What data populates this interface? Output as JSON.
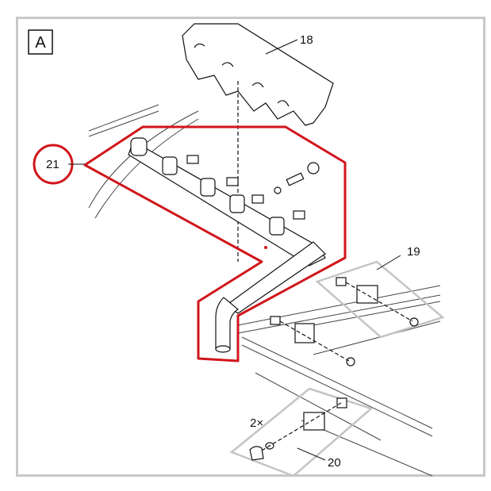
{
  "panel_label": "A",
  "callouts": {
    "c18": "18",
    "c19": "19",
    "c20": "20",
    "c21": "21",
    "qty": "2×"
  },
  "colors": {
    "highlight": "#d0151b",
    "frame": "#c8c8c8",
    "detail_box": "#c4c4c4",
    "line": "#111111"
  }
}
